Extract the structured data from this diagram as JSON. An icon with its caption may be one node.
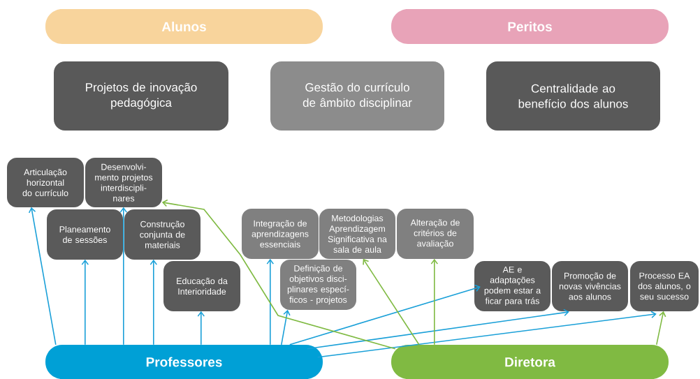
{
  "diagram": {
    "nodes": [
      {
        "text": [
          "Alunos"
        ]
      },
      {
        "text": [
          "Peritos"
        ]
      },
      {
        "text": [
          "Projetos de inovação pedagógica"
        ]
      },
      {
        "text": [
          "Gestão do currículo de âmbito disciplinar"
        ]
      },
      {
        "text": [
          "Centralidade ao benefício dos alunos"
        ]
      },
      {
        "text": [
          "Articulação horizontal do currículo"
        ]
      },
      {
        "text": [
          "Desenvolvi- mento projetos interdiscipli- nares"
        ]
      },
      {
        "text": [
          "Planeamento de sessões"
        ]
      },
      {
        "text": [
          "Construção conjunta de materiais"
        ]
      },
      {
        "text": [
          "Educação da Interioridade"
        ]
      },
      {
        "text": [
          "Integração de aprendizagens essenciais"
        ]
      },
      {
        "text": [
          "Metodologias Aprendizagem Significativa na sala de aula"
        ]
      },
      {
        "text": [
          "Alteração de critérios de avaliação"
        ]
      },
      {
        "text": [
          "Definição de objetivos disci- plinares especí- ficos - projetos"
        ]
      },
      {
        "text": [
          "AE e adaptações podem estar a ficar para trás"
        ]
      },
      {
        "text": [
          "Promoção de novas vivências aos alunos"
        ]
      },
      {
        "text": [
          "Processo EA dos alunos, o seu sucesso"
        ]
      },
      {
        "text": [
          "Professores"
        ]
      },
      {
        "text": [
          "Diretora"
        ]
      }
    ],
    "edges": [
      {
        "from": 17,
        "to": 5,
        "arrow": "to"
      },
      {
        "from": 17,
        "to": 7,
        "arrow": "to"
      },
      {
        "from": 17,
        "to": 6,
        "arrow": "to"
      },
      {
        "from": 17,
        "to": 8,
        "arrow": "to"
      },
      {
        "from": 17,
        "to": 9,
        "arrow": "to"
      },
      {
        "from": 17,
        "to": 10,
        "arrow": "to"
      },
      {
        "from": 17,
        "to": 13,
        "arrow": "to"
      },
      {
        "from": 17,
        "to": 14,
        "arrow": "to"
      },
      {
        "from": 17,
        "to": 15,
        "arrow": "to"
      },
      {
        "from": 17,
        "to": 16,
        "arrow": "to"
      },
      {
        "from": 18,
        "to": 6,
        "arrow": "to",
        "color": "#7fba42"
      },
      {
        "from": 18,
        "to": 11,
        "arrow": "to",
        "color": "#7fba42"
      },
      {
        "from": 18,
        "to": 12,
        "arrow": "to",
        "color": "#7fba42"
      },
      {
        "from": 18,
        "to": 16,
        "arrow": "to",
        "color": "#7fba42"
      }
    ]
  }
}
